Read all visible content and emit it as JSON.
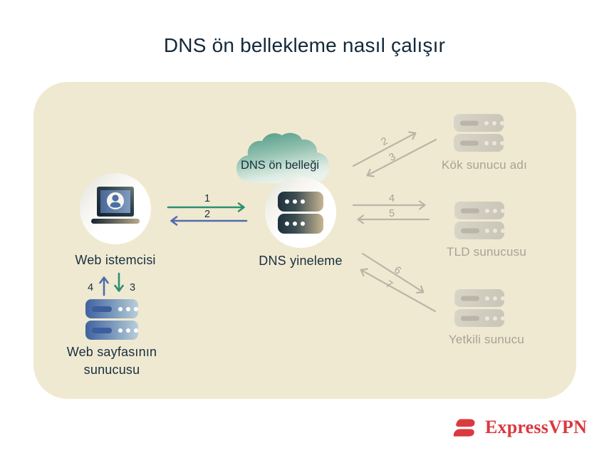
{
  "title": "DNS ön bellekleme nasıl çalışır",
  "brand": {
    "name": "ExpressVPN"
  },
  "diagram": {
    "cloud": {
      "label": "DNS ön belleği"
    },
    "nodes": {
      "web_client": {
        "label": "Web istemcisi"
      },
      "dns_recursive": {
        "label": "DNS yineleme"
      },
      "root_server": {
        "label": "Kök sunucu adı"
      },
      "tld_server": {
        "label": "TLD sunucusu"
      },
      "auth_server": {
        "label": "Yetkili sunucu"
      },
      "web_server": {
        "label_line1": "Web sayfasının",
        "label_line2": "sunucusu"
      }
    },
    "arrow_labels": {
      "client_to_recursive": "1",
      "recursive_to_client": "2",
      "recursive_to_root": "2",
      "root_to_recursive": "3",
      "recursive_to_tld": "4",
      "tld_to_recursive": "5",
      "recursive_to_auth": "6",
      "auth_to_recursive": "7",
      "client_to_webserver": "3",
      "webserver_to_client": "4"
    }
  },
  "colors": {
    "panel_bg": "#f0e9d1",
    "title_text": "#13293a",
    "label_text": "#17303f",
    "muted_text": "#a7a294",
    "muted_arrow": "#bab5a7",
    "green_arrow": "#2d8f71",
    "blue_arrow": "#4e6dac",
    "cloud_teal": "#519b87",
    "brand_red": "#da3940"
  }
}
